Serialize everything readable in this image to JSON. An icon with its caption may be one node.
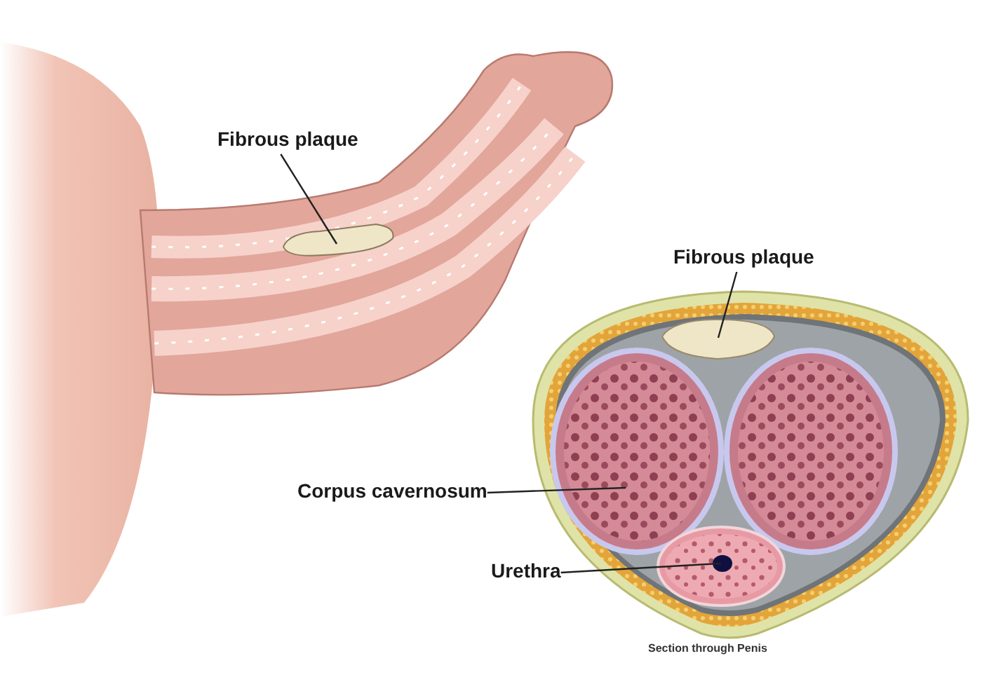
{
  "diagram": {
    "nodes": [
      {
        "text": [
          "Fibrous plaque"
        ]
      },
      {
        "text": [],
        "shape": "picture"
      },
      {
        "text": [
          "Fibrous plaque"
        ]
      },
      {
        "text": [],
        "shape": "picture"
      },
      {
        "text": [
          "Corpus cavernosum"
        ]
      },
      {
        "text": [],
        "shape": "picture"
      },
      {
        "text": [
          "Urethra"
        ]
      },
      {
        "text": [],
        "shape": "picture"
      }
    ],
    "edges": [
      {
        "from": 0,
        "to": 1,
        "arrow": "none"
      },
      {
        "from": 2,
        "to": 3,
        "arrow": "none"
      },
      {
        "from": 4,
        "to": 5,
        "arrow": "none"
      },
      {
        "from": 6,
        "to": 7,
        "arrow": "none"
      }
    ],
    "labels": [
      "Section through Penis"
    ]
  }
}
